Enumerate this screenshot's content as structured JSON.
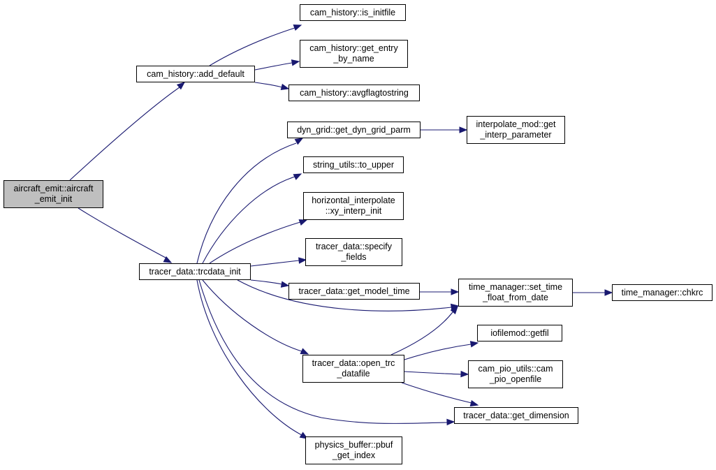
{
  "nodes": {
    "root": [
      "aircraft_emit::aircraft",
      "_emit_init"
    ],
    "add_default": [
      "cam_history::add_default"
    ],
    "is_initfile": [
      "cam_history::is_initfile"
    ],
    "get_entry_by_name": [
      "cam_history::get_entry",
      "_by_name"
    ],
    "avgflagtostring": [
      "cam_history::avgflagtostring"
    ],
    "trcdata_init": [
      "tracer_data::trcdata_init"
    ],
    "get_dyn_grid_parm": [
      "dyn_grid::get_dyn_grid_parm"
    ],
    "get_interp_parameter": [
      "interpolate_mod::get",
      "_interp_parameter"
    ],
    "to_upper": [
      "string_utils::to_upper"
    ],
    "xy_interp_init": [
      "horizontal_interpolate",
      "::xy_interp_init"
    ],
    "specify_fields": [
      "tracer_data::specify",
      "_fields"
    ],
    "get_model_time": [
      "tracer_data::get_model_time"
    ],
    "set_time_float_from_date": [
      "time_manager::set_time",
      "_float_from_date"
    ],
    "chkrc": [
      "time_manager::chkrc"
    ],
    "getfil": [
      "iofilemod::getfil"
    ],
    "open_trc_datafile": [
      "tracer_data::open_trc",
      "_datafile"
    ],
    "cam_pio_openfile": [
      "cam_pio_utils::cam",
      "_pio_openfile"
    ],
    "get_dimension": [
      "tracer_data::get_dimension"
    ],
    "pbuf_get_index": [
      "physics_buffer::pbuf",
      "_get_index"
    ]
  },
  "edge_color": "#191970",
  "root_fill": "#bfbfbf"
}
